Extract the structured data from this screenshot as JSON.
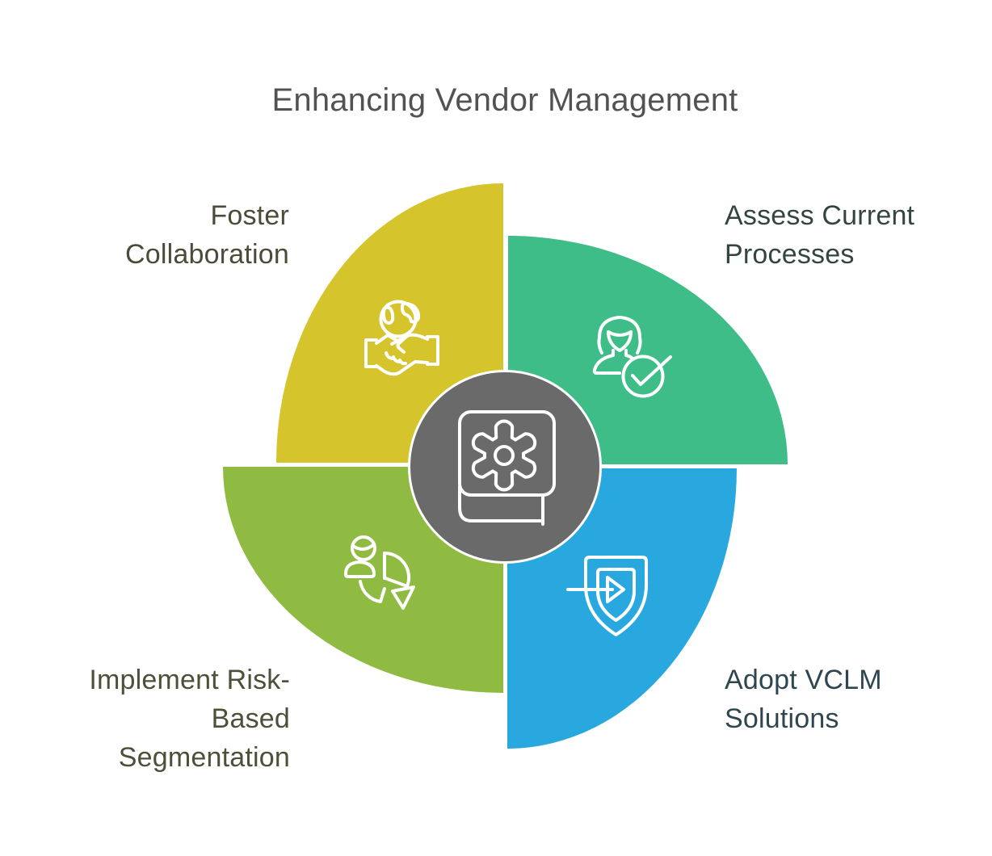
{
  "title": {
    "text": "Enhancing Vendor Management",
    "color": "#525252"
  },
  "center": {
    "icon": "book-gear-icon",
    "bg_color": "#6A6A6A",
    "ring_color": "#FFFFFF"
  },
  "segments": [
    {
      "name": "foster-collaboration",
      "position": "top-left",
      "color": "#D5C42C",
      "label_color": "#4C4B37",
      "icon": "handshake-globe-icon",
      "lines": [
        "Foster",
        "Collaboration"
      ]
    },
    {
      "name": "assess-current-processes",
      "position": "top-right",
      "color": "#3EBD89",
      "label_color": "#33463E",
      "icon": "person-check-icon",
      "lines": [
        "Assess Current",
        "Processes"
      ]
    },
    {
      "name": "implement-risk-based-segmentation",
      "position": "bottom-left",
      "color": "#8FBB42",
      "label_color": "#4B5138",
      "icon": "person-pie-chart-icon",
      "lines": [
        "Implement Risk-",
        "Based",
        "Segmentation"
      ]
    },
    {
      "name": "adopt-vclm-solutions",
      "position": "bottom-right",
      "color": "#29A8DF",
      "label_color": "#2F4651",
      "icon": "shield-arrow-icon",
      "lines": [
        "Adopt VCLM",
        "Solutions"
      ]
    }
  ]
}
